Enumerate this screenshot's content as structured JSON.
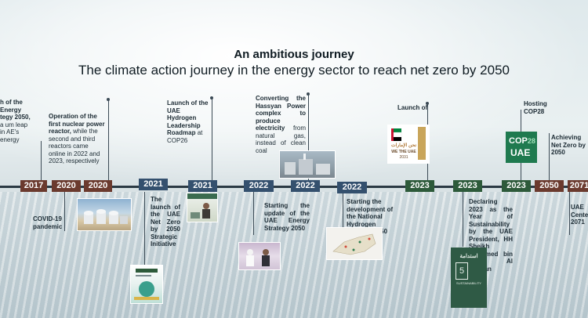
{
  "header": {
    "title": "An ambitious journey",
    "subtitle": "The climate action journey in the energy sector to reach net zero by 2050"
  },
  "years": [
    "2017",
    "2020",
    "2020",
    "2021",
    "2021",
    "2022",
    "2022",
    "2022",
    "2023",
    "2023",
    "2023",
    "2050",
    "2071"
  ],
  "events": {
    "e2017_bold": "h of the Energy tegy 2050,",
    "e2017_rest": "a um leap in AE's energy",
    "e2020a_bold": "Operation of the first nuclear power reactor,",
    "e2020a_rest": "while the second and third reactors came online in 2022 and 2023, respectively",
    "e2020b": "COVID-19 pandemic",
    "e2021a_bold": "The launch of the UAE Net Zero by 2050 Strategic Initiative",
    "e2021b_bold": "Launch of the UAE Hydrogen Leadership Roadmap",
    "e2021b_rest": "at COP26",
    "e2022a_bold": "Starting the update of the UAE Energy Strategy 2050",
    "e2022b_bold": "Converting the Hassyan Power complex to produce electricity",
    "e2022b_rest": "from natural gas, instead of clean coal",
    "e2022c_bold": "Starting the development of the National Hydrogen Strategy 2050",
    "e2023a_bold": "Launch of",
    "e2023b_bold": "Declaring 2023 as the Year of Sustainability by the UAE President, HH Sheikh Mohamed bin Zayed Al Nahyan",
    "e2023c_bold": "Hosting COP28",
    "e2050_bold": "Achieving Net Zero by 2050",
    "e2071_bold": "UAE Cente 2071"
  },
  "logos": {
    "we_the_uae_ar": "نحن الإمارات",
    "we_the_uae": "WE THE UAE",
    "we_the_uae_year": "2031",
    "cop_top": "COP",
    "cop_num": "28",
    "cop_bottom": "UAE",
    "sustain_ar": "استدامة",
    "sustain_en": "SUSTAINABILITY"
  },
  "colors": {
    "year_dark": "#6b3a2e",
    "year_blue": "#34506e",
    "year_green": "#2d5a3a",
    "cop_green": "#1f7a4f",
    "book_green": "#2f5a45"
  }
}
